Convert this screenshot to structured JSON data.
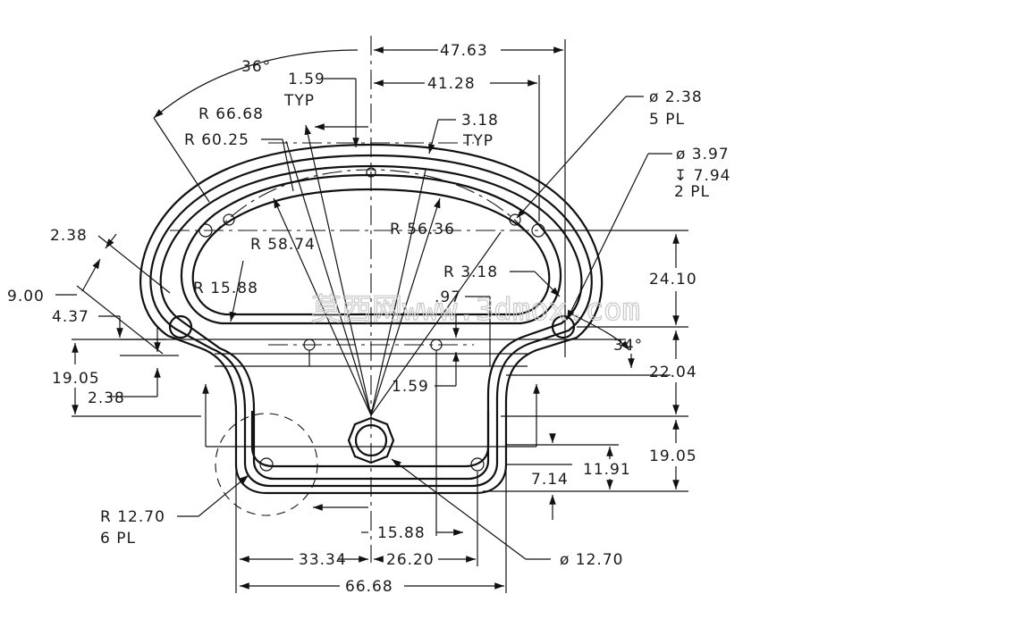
{
  "drawing": {
    "dimensions": {
      "d_47_63": "47.63",
      "d_41_28": "41.28",
      "d_36deg": "36°",
      "d_1_59_typ": "1.59",
      "typ_1": "TYP",
      "r_66_68": "R 66.68",
      "r_60_25": "R 60.25",
      "d_3_18_typ": "3.18",
      "typ_2": "TYP",
      "hole_2_38": "ø 2.38",
      "pl_5": "5 PL",
      "hole_3_97": "ø 3.97",
      "depth_7_94": "↧ 7.94",
      "pl_2": "2 PL",
      "d_2_38_a": "2.38",
      "r_58_74": "R 58.74",
      "r_56_36": "R 56.36",
      "d_9_00": "9.00",
      "r_15_88": "R 15.88",
      "r_3_18": "R 3.18",
      "d_24_10": "24.10",
      "d_4_37": ".97",
      "d_4_37_full": "4.37",
      "d_34deg": "34°",
      "d_19_05_left": "19.05",
      "d_2_38_b": "2.38",
      "d_1_59_b": "1.59",
      "d_22_04": "22.04",
      "d_19_05_right": "19.05",
      "d_11_91": "11.91",
      "d_7_14": "7.14",
      "r_12_70": "R 12.70",
      "pl_6": "6 PL",
      "d_15_88": "15.88",
      "d_33_34": "33.34",
      "d_26_20": "26.20",
      "d_66_68": "66.68",
      "hole_12_70": "ø 12.70"
    },
    "watermark": "莫西网www.3dmox.com"
  }
}
